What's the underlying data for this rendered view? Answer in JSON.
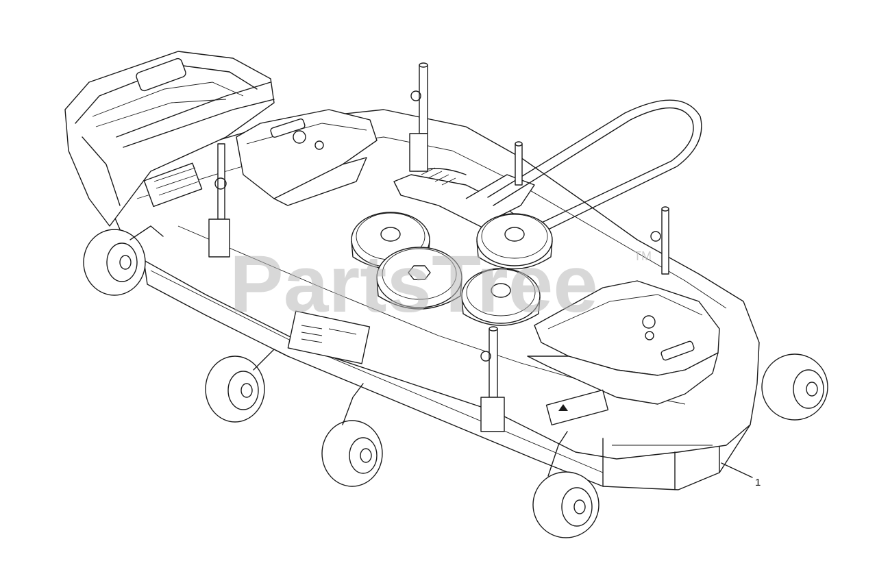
{
  "diagram": {
    "callouts": [
      {
        "number": "1"
      }
    ],
    "watermark": {
      "text": "PartsTree",
      "trademark": "TM"
    }
  }
}
